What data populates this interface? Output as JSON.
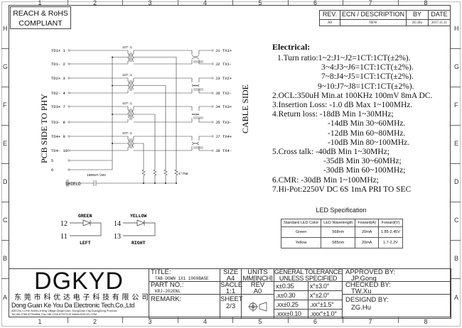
{
  "compliance": "REACH & RoHS COMPLIANT",
  "columns": [
    "1",
    "2",
    "3",
    "4",
    "5",
    "6",
    "7",
    "8"
  ],
  "rows": [
    "H",
    "G",
    "F",
    "E",
    "D",
    "C",
    "B",
    "A"
  ],
  "revision_table": {
    "headers": [
      "REV.",
      "ECN / DESCRIPTION",
      "BY",
      "DATE"
    ],
    "row": [
      "A0",
      "NEW",
      "ZG.Hu",
      "2017.11.11"
    ]
  },
  "schematic": {
    "pcb_side_label": "PCB SIDE TO PHY",
    "cable_side_label": "CABLE SIDE",
    "transformer_label": "1CT:1",
    "pins_left": [
      "TD1+ 1",
      "TD1- 2",
      "TD2+ 3",
      "TD2- 4",
      "TD3+ 7",
      "TD3- 8",
      "TD4+ 9",
      "TD4- 10",
      "5",
      "6"
    ],
    "pins_right": [
      "J1 TX1+",
      "J2 TX1-",
      "J3 TX2+",
      "J6 TX2-",
      "J4 TX3+",
      "J5 TX3-",
      "J7 TX4+",
      "J8 TX4-"
    ],
    "shield_label": "SHIELD",
    "capacitor_label": "1000nF/2KV",
    "resistor_label": "4*75Ω"
  },
  "leds": {
    "green_label": "GREEN",
    "yellow_label": "YELLOW",
    "green_pins": [
      "12",
      "11"
    ],
    "yellow_pins": [
      "14",
      "13"
    ],
    "left_label": "LEFT",
    "right_label": "RIGHT"
  },
  "electrical": {
    "title": "Electrical:",
    "lines": [
      "1.Turn ratio:1~2:J1~J2=1CT:1CT(±2%).",
      "3~4:J3~J6=1CT:1CT(±2%).",
      "7~8:J4~J5=1CT:1CT(±2%).",
      "9~10:J7~J8=1CT:1CT(±2%).",
      "2.OCL:350uH Min.at 100KHz 100mV 8mA DC.",
      "3.Insertion Loss: -1.0 dB Max 1~100MHz.",
      "4.Return loss: -18dB Min 1~30MHz;",
      "-14dB Min 30~60MHz.",
      "-12dB Min 60~80MHz.",
      "-10dB Min 80~100MHz.",
      "5.Cross talk: -40dB Min 1~30MHz;",
      "-35dB Min 30~60MHz;",
      "-30dB Min 60~100MHz;",
      "6.CMR: -30dB Min 1~100MHz;",
      "7.Hi-Pot:2250V DC 6S 1mA PRI TO SEC"
    ]
  },
  "led_spec": {
    "title": "LED Specification",
    "headers": [
      "Standard LED Color",
      "LED Wavelength",
      "Foward(A)",
      "Foward(V)"
    ],
    "rows": [
      [
        "Green",
        "568nm",
        "20mA",
        "1.85-2.45V"
      ],
      [
        "Yellow",
        "585nm",
        "20mA",
        "1.7-2.2V"
      ]
    ]
  },
  "title_block": {
    "logo": "DGKYD",
    "company_cn": "东 莞 市 科 优 达 电 子 科 技 有 限 公 司",
    "company_en": "Dong Guan Ke You Da Electronic Tech.Co.,Ltd",
    "address": "ADD:No.1 LiHe Street,LiHeng Village,Qingxi town, DongGuan City,GuangDong Province",
    "contact": "Tel:+86-0769-87334808; Fax:+86-0769-87947129  WWW.DGKYD.COM",
    "title_label": "TITLE:",
    "title_value": "TAB-DOWN 1X1 1000BASE",
    "part_label": "PART NO.:",
    "part_value": "KRJ-202ENL",
    "remark_label": "REMARK:",
    "size_label": "SIZE",
    "size_value": "A4",
    "units_label": "UNITS",
    "units_value": "MM[INCH]",
    "scale_label": "SACLE",
    "scale_value": "1:1",
    "rev_label": "REV",
    "rev_value": "A0",
    "sheet_label": "SHEET",
    "sheet_value": "2/3",
    "tol_title1": "GENERAL TOLERANCES",
    "tol_title2": "UNLESS SPECIFIED",
    "tolerances": [
      [
        "x±0.35",
        "x°±3.0°"
      ],
      [
        ".x±0.30",
        "x°±2.0°"
      ],
      [
        ".xx±0.25",
        ".xx°±1.5°"
      ],
      [
        ".xxx±0.10",
        ".xxx°±1.0°"
      ]
    ],
    "approved_label": "APPROVED BY:",
    "approved_value": "JP.Gong",
    "checked_label": "CHECKED BY:",
    "checked_value": "TW.Xu",
    "designed_label": "DESIGND BY:",
    "designed_value": "ZG.Hu"
  }
}
